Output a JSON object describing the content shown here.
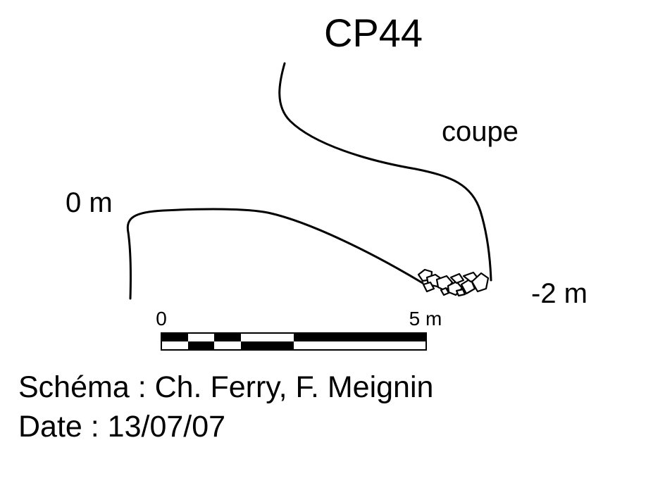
{
  "title": "CP44",
  "labels": {
    "section": "coupe",
    "depth_top": "0 m",
    "depth_bottom": "-2 m"
  },
  "scale_bar": {
    "start_label": "0",
    "end_label": "5 m"
  },
  "credits": {
    "schema": "Schéma : Ch. Ferry, F. Meignin",
    "date": "Date : 13/07/07"
  },
  "colors": {
    "ink": "#000000",
    "background": "#ffffff"
  }
}
